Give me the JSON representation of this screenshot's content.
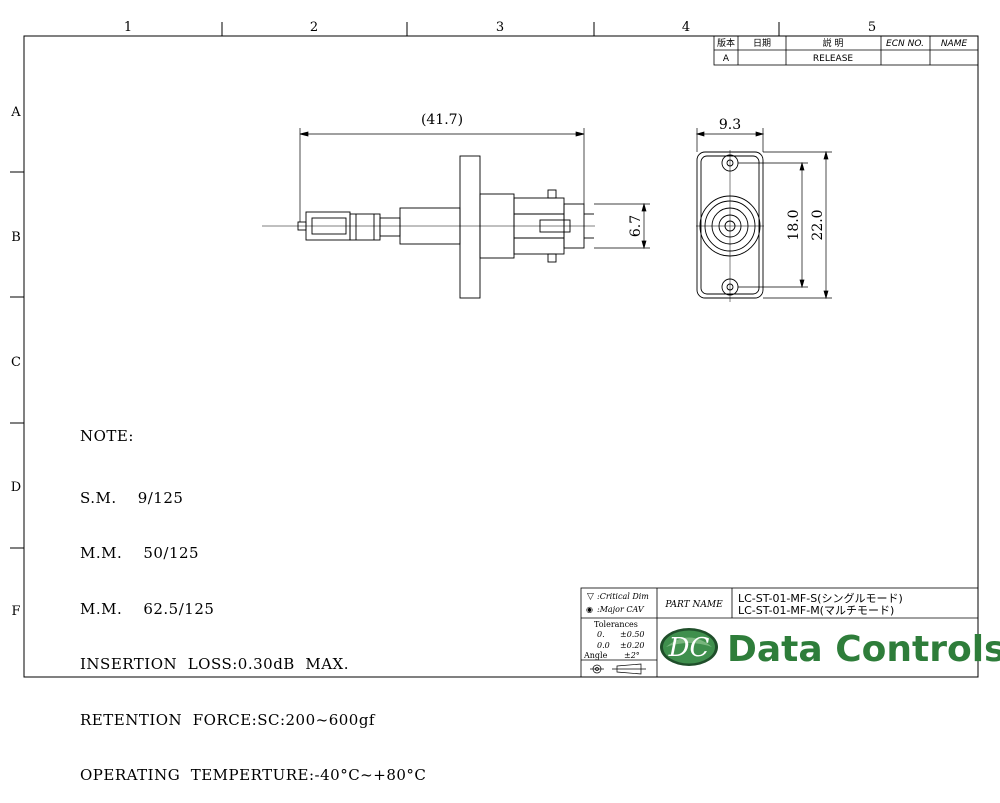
{
  "border": {
    "columns": [
      "1",
      "2",
      "3",
      "4",
      "5"
    ],
    "rows": [
      "A",
      "B",
      "C",
      "D",
      "F"
    ]
  },
  "revision_table": {
    "headers": [
      "版本",
      "日期",
      "説 明",
      "ECN NO.",
      "NAME"
    ],
    "row": {
      "version": "A",
      "date": "",
      "description": "RELEASE",
      "ecn": "",
      "name": ""
    }
  },
  "dimensions": {
    "length": "(41.7)",
    "ferrule": "6.7",
    "width": "9.3",
    "hole_pitch": "18.0",
    "height": "22.0"
  },
  "notes": {
    "heading": "NOTE:",
    "lines": [
      "S.M.    9/125",
      "M.M.    50/125",
      "M.M.    62.5/125",
      "INSERTION  LOSS:0.30dB  MAX.",
      "RETENTION  FORCE:SC:200~600gf",
      "OPERATING  TEMPERTURE:-40°C~+80°C"
    ]
  },
  "title_block": {
    "critical": ":Critical Dim",
    "major": ":Major  CAV",
    "part_name_label": "PART NAME",
    "part_names": [
      "LC-ST-01-MF-S(シングルモード)",
      "LC-ST-01-MF-M(マルチモード)"
    ],
    "tolerances_label": "Tolerances",
    "tol_rows": [
      {
        "fmt": "0.",
        "val": "±0.50"
      },
      {
        "fmt": "0.0",
        "val": "±0.20"
      }
    ],
    "angle_label": "Angle",
    "angle_val": "±2°",
    "logo_initials": "DC",
    "company": "Data Controls"
  },
  "colors": {
    "logo_green": "#2e7d3a",
    "logo_dark": "#1f4e2a",
    "company_text": "#3a3a3a"
  }
}
